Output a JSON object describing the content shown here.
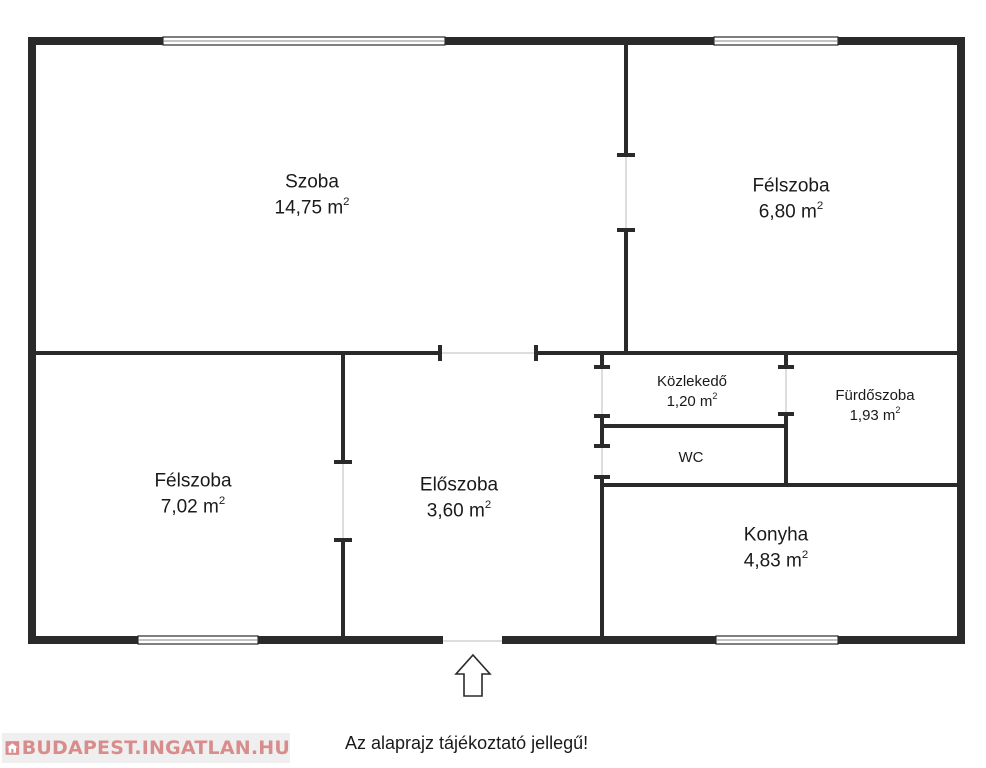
{
  "plan": {
    "rooms": [
      {
        "id": "szoba",
        "name": "Szoba",
        "area": "14,75 m",
        "unit_sup": "2"
      },
      {
        "id": "felszoba-top",
        "name": "Félszoba",
        "area": "6,80 m",
        "unit_sup": "2"
      },
      {
        "id": "kozlekedo",
        "name": "Közlekedő",
        "area": "1,20 m",
        "unit_sup": "2"
      },
      {
        "id": "furdoszoba",
        "name": "Fürdőszoba",
        "area": "1,93 m",
        "unit_sup": "2"
      },
      {
        "id": "wc",
        "name": "WC",
        "area": "",
        "unit_sup": ""
      },
      {
        "id": "felszoba-left",
        "name": "Félszoba",
        "area": "7,02 m",
        "unit_sup": "2"
      },
      {
        "id": "eloszoba",
        "name": "Előszoba",
        "area": "3,60 m",
        "unit_sup": "2"
      },
      {
        "id": "konyha",
        "name": "Konyha",
        "area": "4,83 m",
        "unit_sup": "2"
      }
    ],
    "entrance_icon": "arrow-up-outline-icon"
  },
  "footer": {
    "logo_text": "BUDAPEST.INGATLAN.HU",
    "logo_icon": "house-icon",
    "disclaimer": "Az alaprajz tájékoztató jellegű!"
  },
  "colors": {
    "wall": "#2a2a2a",
    "logo_text": "#d88c8c",
    "logo_bg": "#efefef"
  }
}
